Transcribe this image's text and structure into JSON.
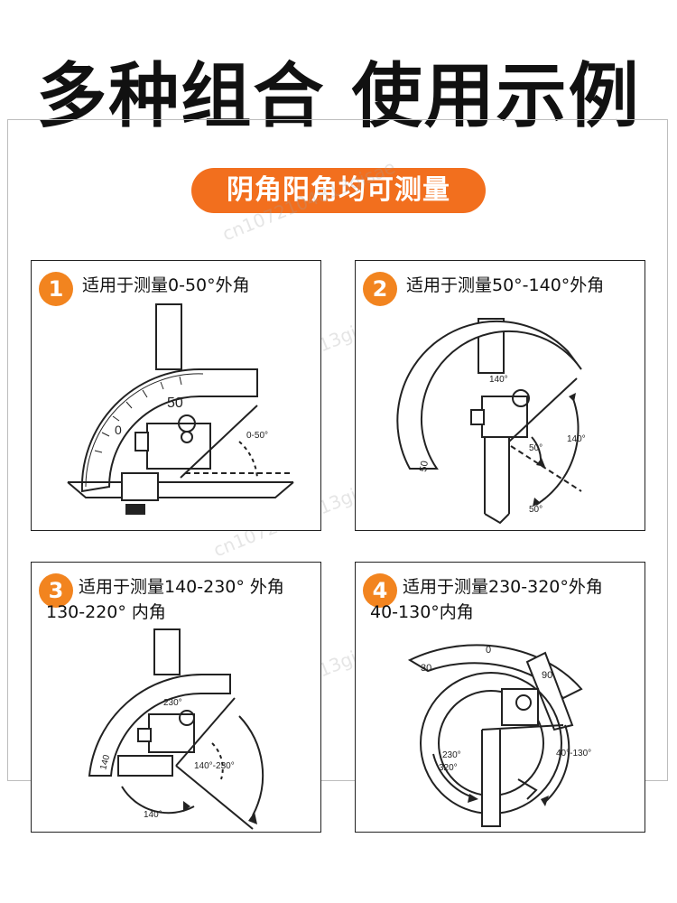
{
  "title": "多种组合 使用示例",
  "banner": "阴角阳角均可测量",
  "panels": [
    {
      "number": "1",
      "caption_line1": "适用于测量0-50°外角",
      "caption_line2": "",
      "scale_labels": [
        "50",
        "0"
      ],
      "angle_labels": [
        "0-50°"
      ]
    },
    {
      "number": "2",
      "caption_line1": "适用于测量50°-140°外角",
      "caption_line2": "",
      "scale_labels": [
        "140°",
        "50"
      ],
      "angle_labels": [
        "140°",
        "50°",
        "50°"
      ]
    },
    {
      "number": "3",
      "caption_line1": "适用于测量140-230° 外角",
      "caption_line2": "130-220° 内角",
      "scale_labels": [
        "230°",
        "140"
      ],
      "angle_labels": [
        "140°-230°",
        "140°"
      ]
    },
    {
      "number": "4",
      "caption_line1": "适用于测量230-320°外角",
      "caption_line2": "40-130°内角",
      "scale_labels": [
        "30",
        "0",
        "90"
      ],
      "angle_labels": [
        "40°-130°",
        "230°",
        "320°"
      ]
    }
  ],
  "watermark": "cn1072104813gisae"
}
